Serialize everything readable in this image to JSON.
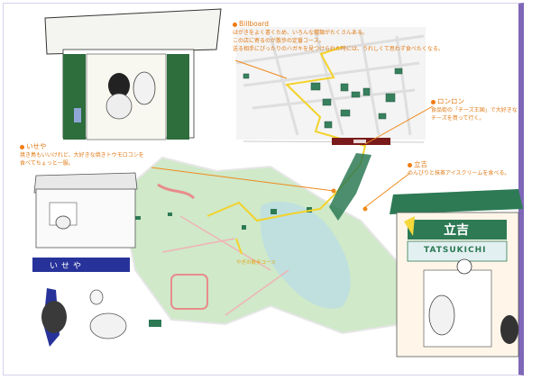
{
  "annotations": {
    "billboard": {
      "title": "Billboard",
      "lines": [
        "はがきをよく書くため、いろんな種類がたくさんある。",
        "この店に寄るのが散歩の定番コース。",
        "送る相手にぴったりのハガキを見つけられた時には、うれしくて思わず食べたくなる。"
      ]
    },
    "ronron": {
      "title": "ロンロン",
      "lines": [
        "食品街の「チーズ王国」で大好きな",
        "チーズを買って行く。"
      ]
    },
    "iseya": {
      "title": "いせや",
      "lines": [
        "焼き鳥もいいけれど、大好きな焼きトウモロコシを",
        "食べてちょっと一服。"
      ]
    },
    "tachikichi": {
      "title": "立吉",
      "lines": [
        "のんびりと抹茶アイスクリームを食べる。"
      ]
    }
  },
  "route_label": "やぎの散歩コース",
  "tachikichi_sign": {
    "kanji": "立吉",
    "roman": "TATSUKICHI"
  },
  "iseya_sign": "いせや",
  "colors": {
    "annotation": "#e07a16",
    "dot": "#f07a12",
    "route": "#f3d22a",
    "park": "#cfe9c9",
    "water": "#bfe0df",
    "building": "#2d7a55",
    "station": "#7a1a1a",
    "frame_accent": "#7f68b8"
  }
}
